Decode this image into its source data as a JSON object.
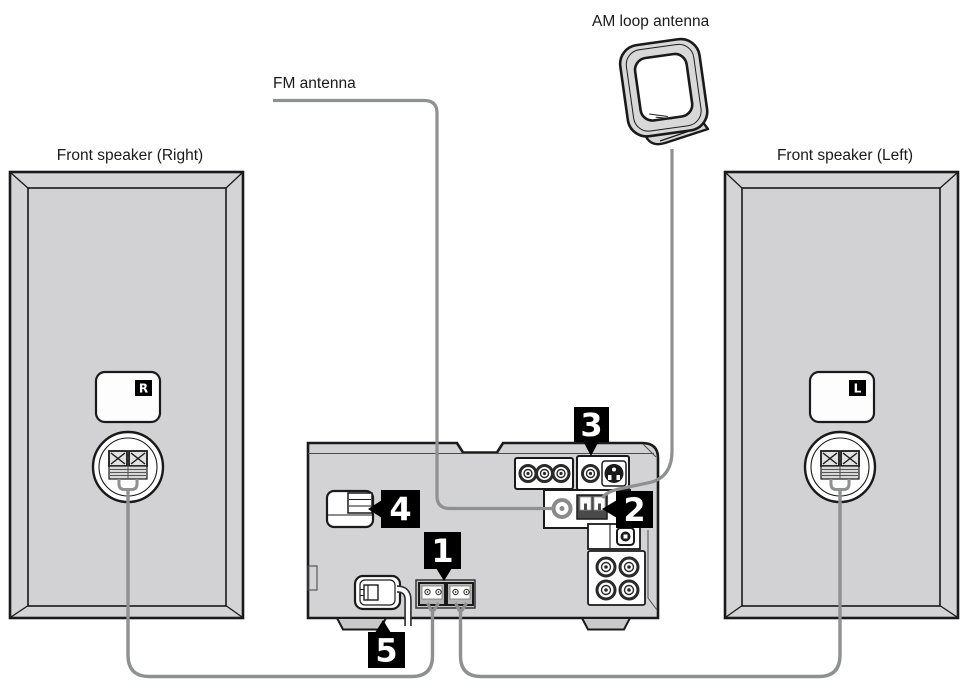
{
  "diagram": {
    "labels": {
      "am_antenna": "AM loop antenna",
      "fm_antenna": "FM antenna",
      "front_speaker_right": "Front speaker (Right)",
      "front_speaker_left": "Front speaker (Left)"
    },
    "speakers": {
      "right": {
        "badge": "R"
      },
      "left": {
        "badge": "L"
      }
    },
    "callouts": [
      {
        "number": "1"
      },
      {
        "number": "2"
      },
      {
        "number": "3"
      },
      {
        "number": "4"
      },
      {
        "number": "5"
      }
    ],
    "colors": {
      "background": "#ffffff",
      "panel_gray": "#d3d3d5",
      "wire_gray": "#8e9092",
      "outline_black": "#1a1a1a",
      "callout_bg": "#000000",
      "callout_text": "#ffffff"
    }
  }
}
